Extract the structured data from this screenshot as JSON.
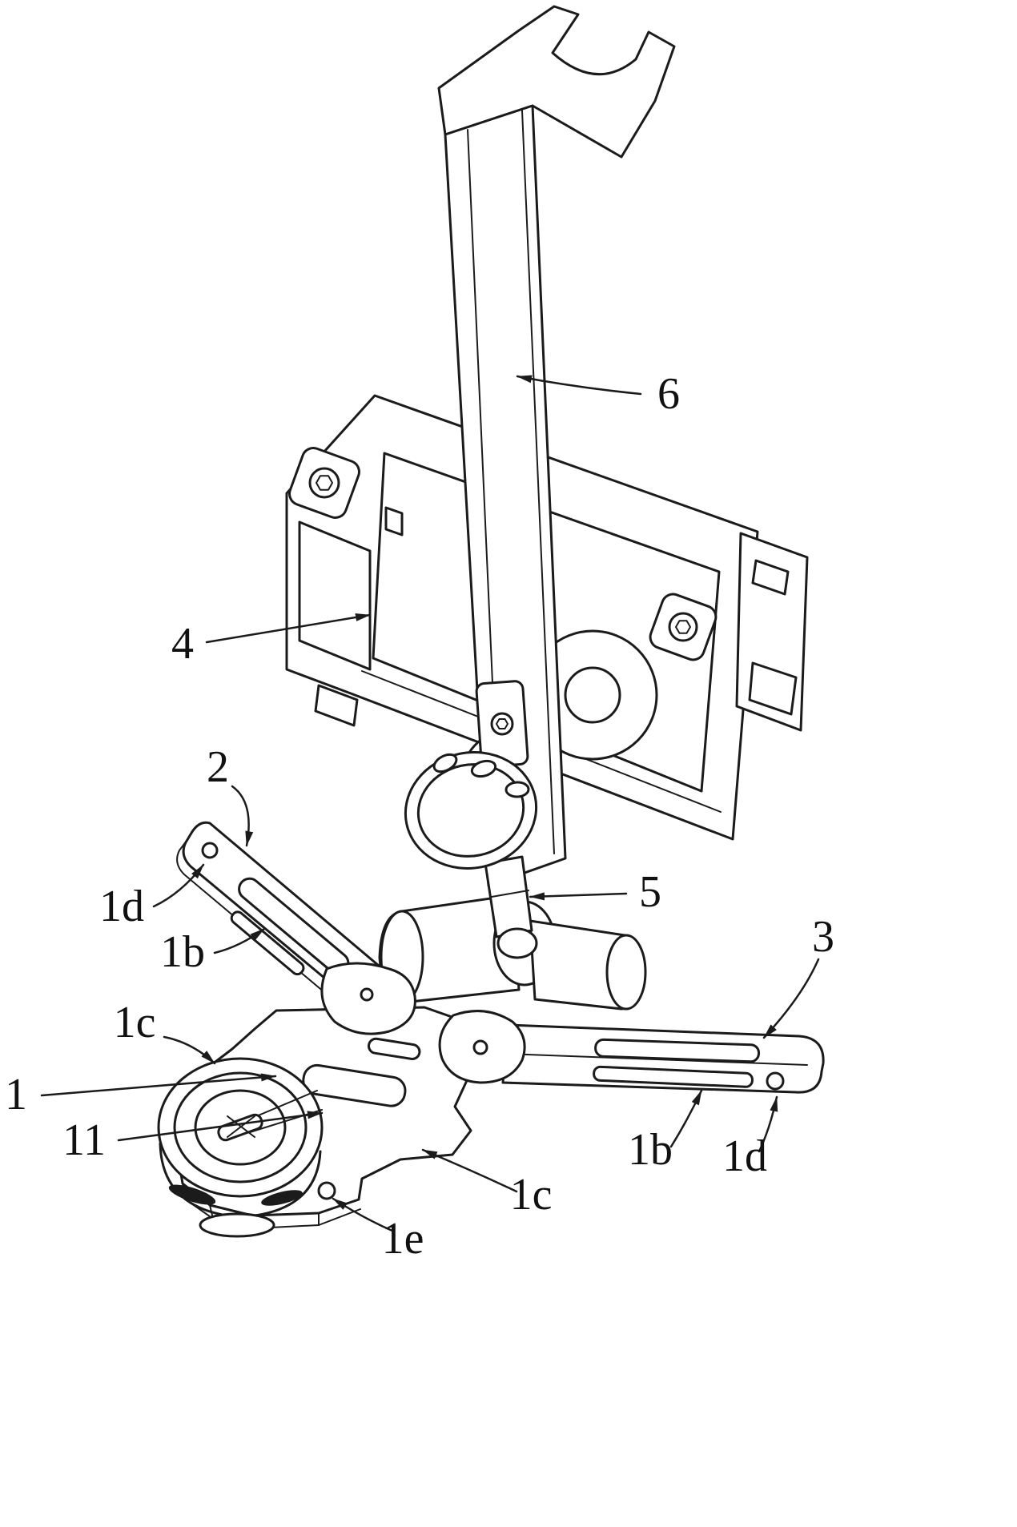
{
  "figure": {
    "kind": "patent-style isometric line drawing",
    "background": "#ffffff",
    "line_color": "#1b1b1b",
    "label_color": "#111111"
  },
  "callouts": {
    "n6": {
      "text": "6"
    },
    "n4": {
      "text": "4"
    },
    "n2": {
      "text": "2"
    },
    "n5": {
      "text": "5"
    },
    "n3": {
      "text": "3"
    },
    "n1": {
      "text": "1"
    },
    "n11": {
      "text": "11"
    },
    "n1b_left": {
      "text": "1b"
    },
    "n1b_right": {
      "text": "1b"
    },
    "n1c_left": {
      "text": "1c"
    },
    "n1c_bottom": {
      "text": "1c"
    },
    "n1d_left": {
      "text": "1d"
    },
    "n1d_right": {
      "text": "1d"
    },
    "n1e": {
      "text": "1e"
    }
  }
}
